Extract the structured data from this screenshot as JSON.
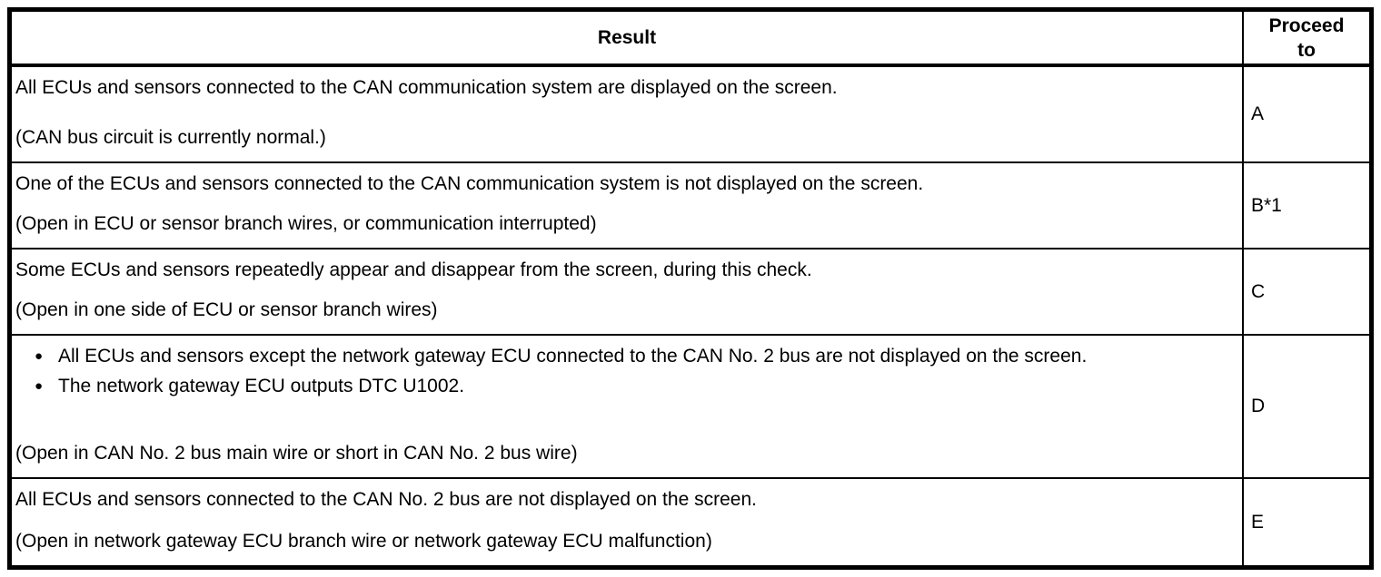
{
  "colors": {
    "text": "#000000",
    "border": "#000000",
    "background": "#ffffff"
  },
  "table": {
    "columns": [
      {
        "label": "Result"
      },
      {
        "label": "Proceed\nto"
      }
    ],
    "rows": [
      {
        "statements": [
          "All ECUs and sensors connected to the CAN communication system are displayed on the screen."
        ],
        "bulleted": false,
        "note": "(CAN bus circuit is currently normal.)",
        "proceed_to": "A"
      },
      {
        "statements": [
          "One of the ECUs and sensors connected to the CAN communication system is not displayed on the screen."
        ],
        "bulleted": false,
        "note": "(Open in ECU or sensor branch wires, or communication interrupted)",
        "proceed_to": "B*1"
      },
      {
        "statements": [
          "Some ECUs and sensors repeatedly appear and disappear from the screen, during this check."
        ],
        "bulleted": false,
        "note": "(Open in one side of ECU or sensor branch wires)",
        "proceed_to": "C"
      },
      {
        "statements": [
          "All ECUs and sensors except the network gateway ECU connected to the CAN No. 2 bus are not displayed on the screen.",
          "The network gateway ECU outputs DTC U1002."
        ],
        "bulleted": true,
        "note": "(Open in CAN No. 2 bus main wire or short in CAN No. 2 bus wire)",
        "proceed_to": "D"
      },
      {
        "statements": [
          "All ECUs and sensors connected to the CAN No. 2 bus are not displayed on the screen."
        ],
        "bulleted": false,
        "note": "(Open in network gateway ECU branch wire or network gateway ECU malfunction)",
        "proceed_to": "E"
      }
    ]
  }
}
